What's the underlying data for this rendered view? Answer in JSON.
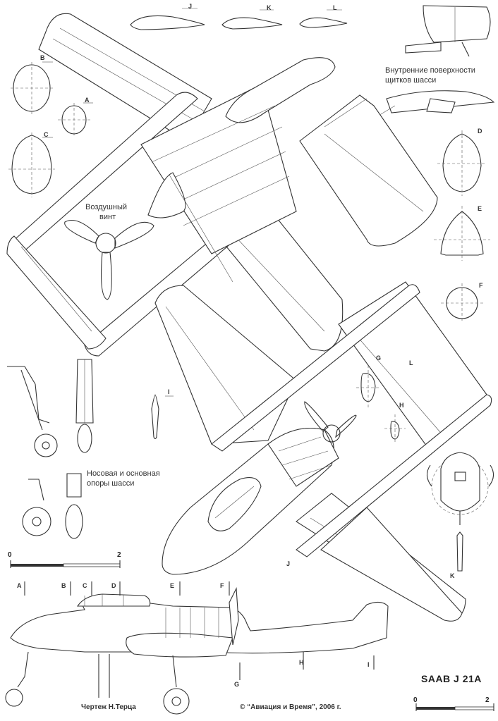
{
  "section_labels": {
    "J": "J",
    "K": "K",
    "L": "L",
    "A": "A",
    "B": "B",
    "C": "C",
    "D": "D",
    "E": "E",
    "F": "F",
    "G": "G",
    "H": "H",
    "I": "I"
  },
  "captions": {
    "propeller_line1": "Воздушный",
    "propeller_line2": "винт",
    "gear_doors_line1": "Внутренние поверхности",
    "gear_doors_line2": "щитков шасси",
    "landing_gear_line1": "Носовая и основная",
    "landing_gear_line2": "опоры шасси"
  },
  "scale_bar_1": {
    "start": "0",
    "end": "2"
  },
  "scale_bar_2": {
    "start": "0",
    "end": "2"
  },
  "aircraft_title": "SAAB J 21A",
  "drawing_credit": "Чертеж Н.Терца",
  "copyright": "© “Авиация и Время”, 2006 г."
}
